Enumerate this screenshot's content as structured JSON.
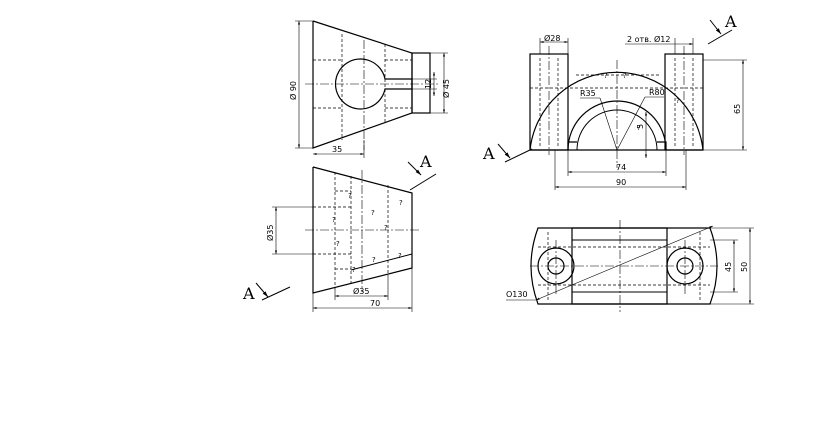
{
  "cut_letter": "A",
  "dims": {
    "d90": "Ø 90",
    "d45": "Ø 45",
    "w12": "12",
    "w35": "35",
    "d35v": "Ø35",
    "d35h": "Ø35",
    "w70": "70",
    "d28": "Ø28",
    "holes": "2 отв. Ø12",
    "r35": "R35",
    "r80": "R80",
    "h65": "65",
    "h5": "5",
    "w74": "74",
    "w90": "90",
    "o130": "O130",
    "h45": "45",
    "h50": "50"
  },
  "unknown_mark": "?"
}
